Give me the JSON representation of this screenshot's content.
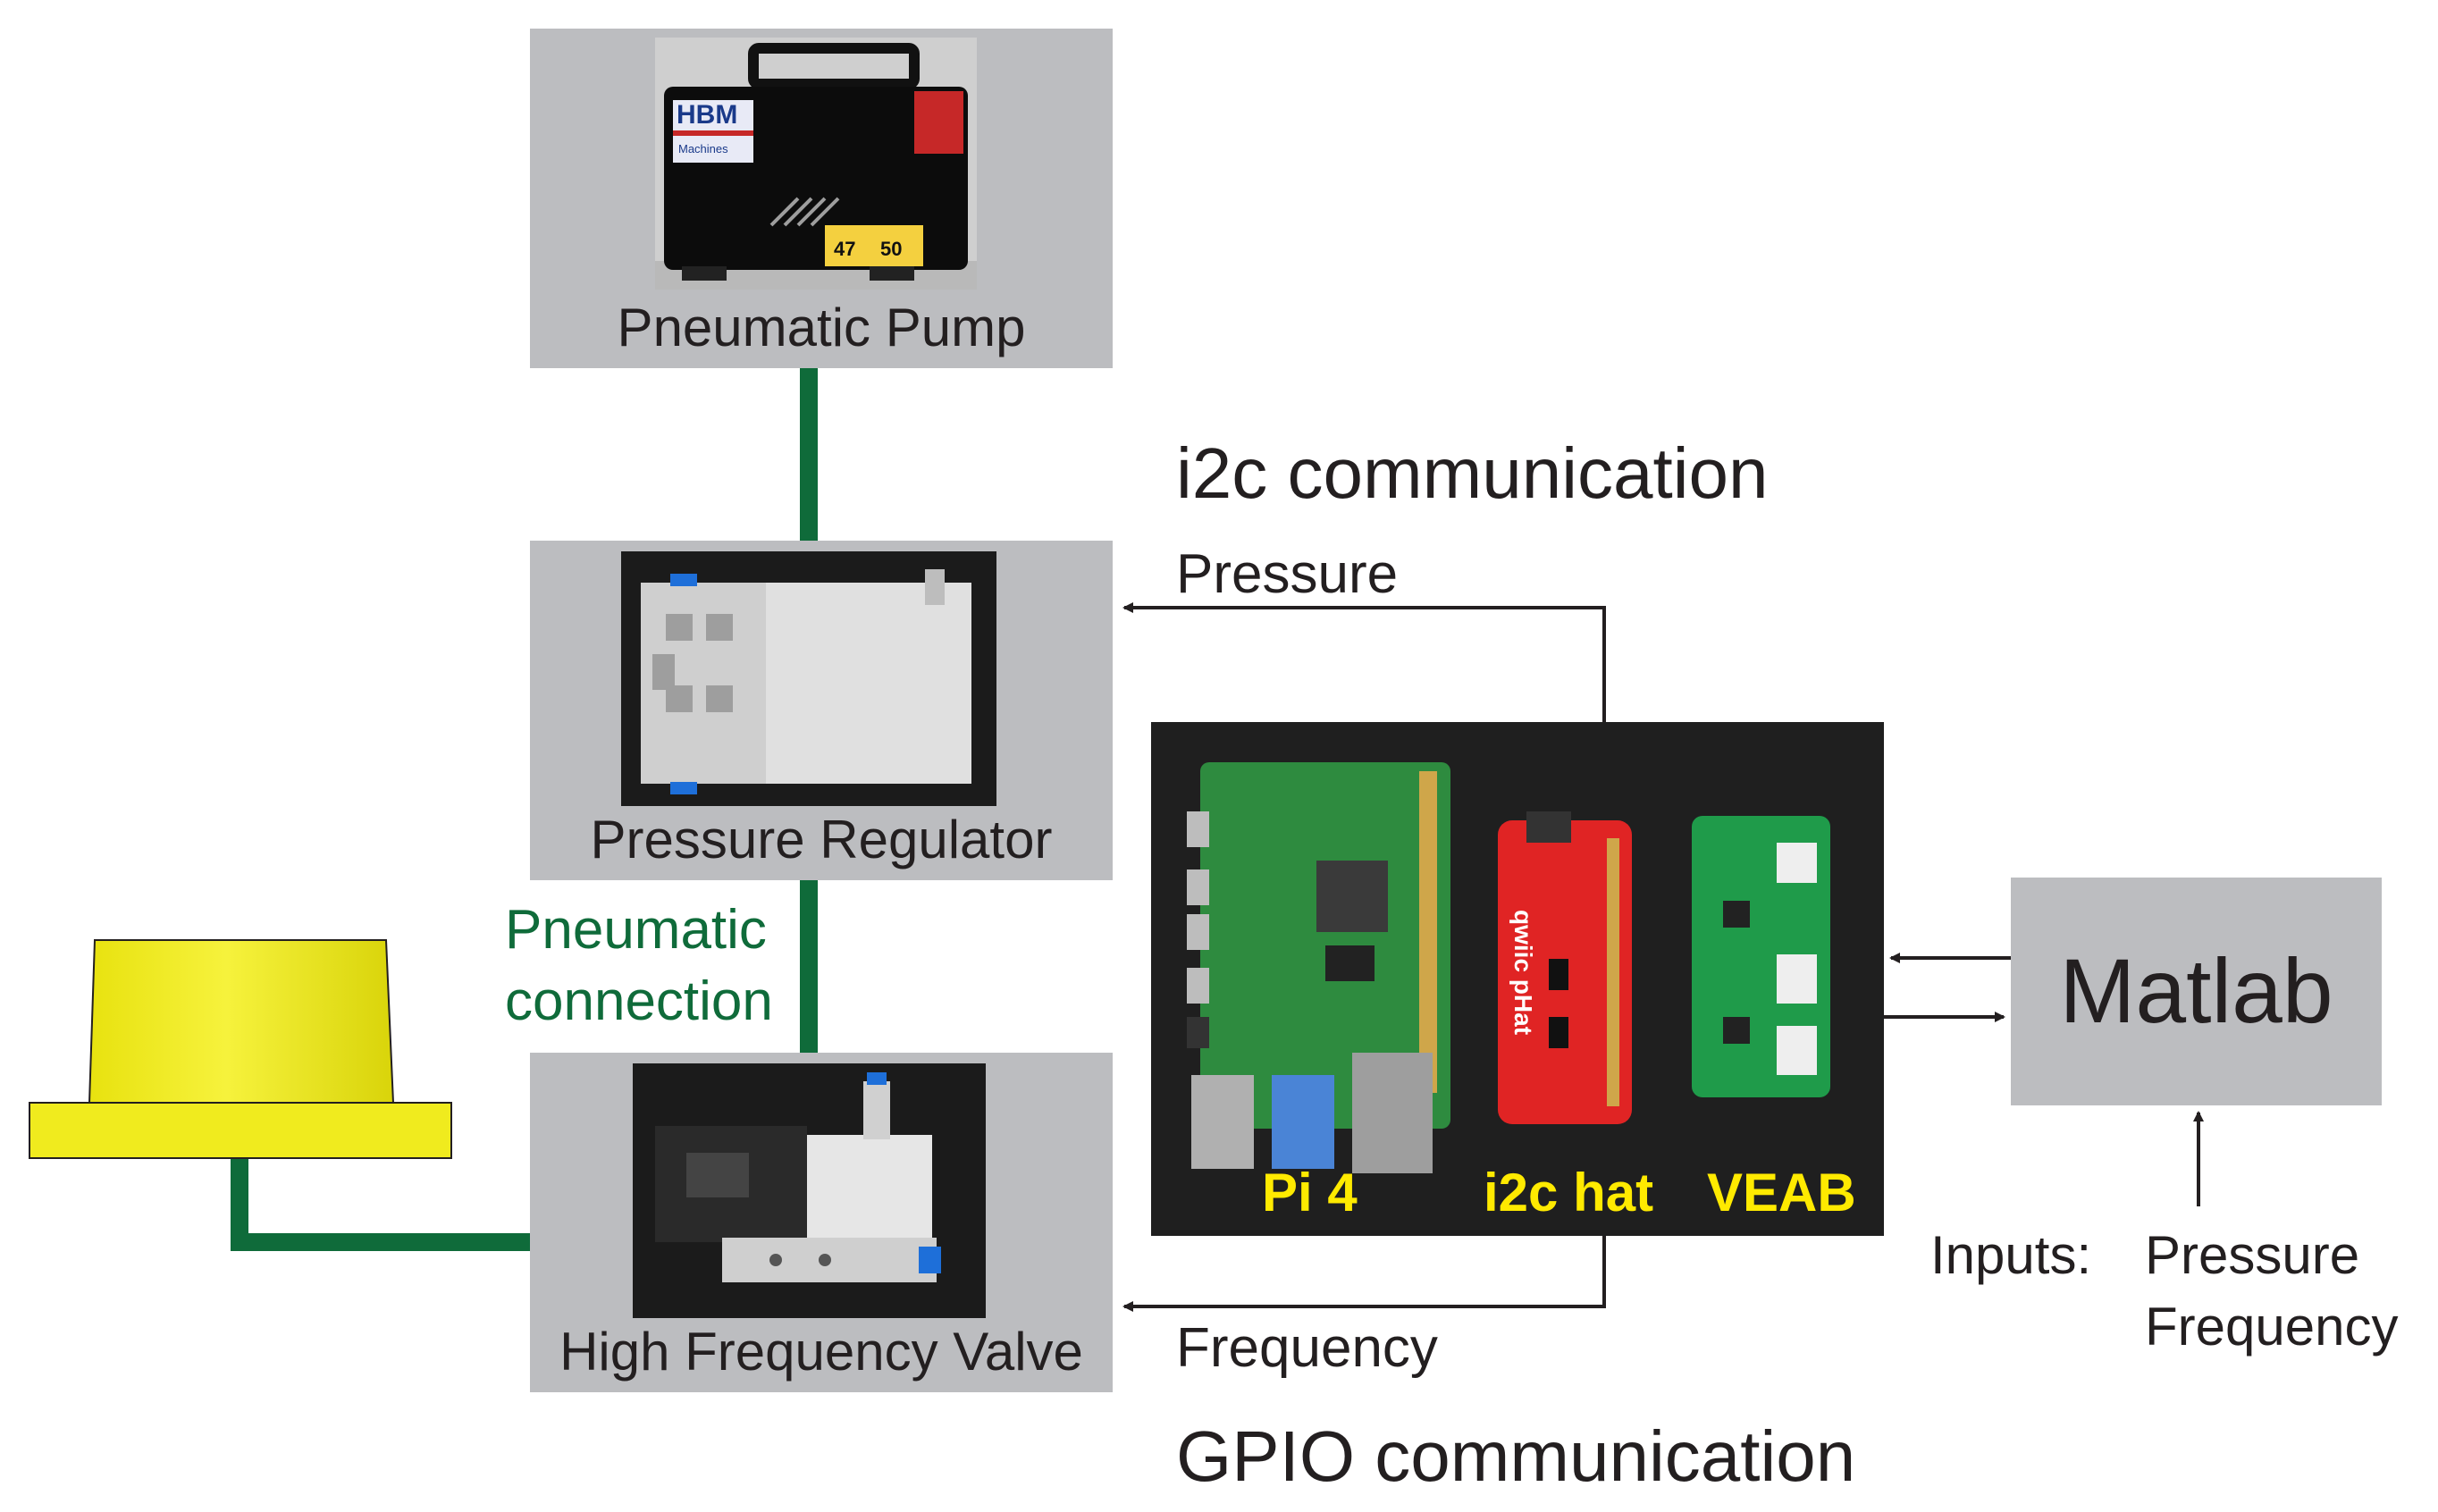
{
  "components": {
    "pump": {
      "caption": "Pneumatic Pump",
      "logo_text": "HBM",
      "logo_sub": "Machines",
      "gauge_left": "47",
      "gauge_right": "50"
    },
    "regulator": {
      "caption": "Pressure Regulator"
    },
    "valve": {
      "caption": "High Frequency Valve"
    },
    "matlab": {
      "label": "Matlab"
    }
  },
  "labels": {
    "i2c": "i2c communication",
    "gpio": "GPIO communication",
    "pressure_signal": "Pressure",
    "frequency_signal": "Frequency",
    "pneumatic_line1": "Pneumatic",
    "pneumatic_line2": "connection",
    "inputs": "Inputs:",
    "input_pressure": "Pressure",
    "input_frequency": "Frequency"
  },
  "boards": {
    "pi": "Pi 4",
    "hat": "i2c hat",
    "veab": "VEAB",
    "hat_print": "qwiic pHat"
  },
  "colors": {
    "box_gray": "#bcbdc0",
    "pneumatic_green": "#0f6b3a",
    "board_label_yellow": "#ffea00",
    "actuator_yellow": "#f0eb1e",
    "arrow_black": "#231f20"
  }
}
